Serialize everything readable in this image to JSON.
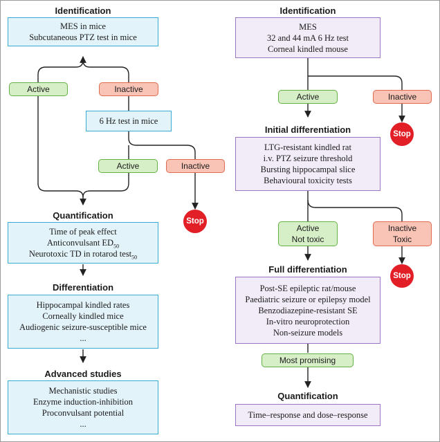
{
  "left": {
    "identification": {
      "heading": "Identification",
      "lines": [
        "MES in mice",
        "Subcutaneous PTZ test in mice"
      ]
    },
    "active_1": "Active",
    "inactive_1": "Inactive",
    "six_hz": "6 Hz test in mice",
    "active_2": "Active",
    "inactive_2": "Inactive",
    "stop": "Stop",
    "quantification": {
      "heading": "Quantification",
      "line1": "Time of peak effect",
      "line2_text": "Anticonvulsant ED",
      "line2_sub": "50",
      "line3_text": "Neurotoxic TD in rotarod test",
      "line3_sub": "50"
    },
    "differentiation": {
      "heading": "Differentiation",
      "lines": [
        "Hippocampal kindled rates",
        "Corneally kindled mice",
        "Audiogenic seizure-susceptible mice",
        "..."
      ]
    },
    "advanced": {
      "heading": "Advanced studies",
      "lines": [
        "Mechanistic studies",
        "Enzyme induction-inhibition",
        "Proconvulsant potential",
        "..."
      ]
    }
  },
  "right": {
    "identification": {
      "heading": "Identification",
      "lines": [
        "MES",
        "32 and 44 mA 6 Hz test",
        "Corneal kindled mouse"
      ]
    },
    "active_1": "Active",
    "inactive_1": "Inactive",
    "stop_1": "Stop",
    "initial": {
      "heading": "Initial differentiation",
      "lines": [
        "LTG-resistant kindled rat",
        "i.v. PTZ seizure threshold",
        "Bursting hippocampal slice",
        "Behavioural toxicity tests"
      ]
    },
    "active_2": [
      "Active",
      "Not toxic"
    ],
    "inactive_2": [
      "Inactive",
      "Toxic"
    ],
    "stop_2": "Stop",
    "full": {
      "heading": "Full differentiation",
      "lines": [
        "Post-SE epileptic rat/mouse",
        "Paediatric seizure or epilepsy model",
        "Benzodiazepine-resistant SE",
        "In-vitro neuroprotection",
        "Non-seizure models"
      ]
    },
    "most_promising": "Most promising",
    "quantification": {
      "heading": "Quantification",
      "lines": [
        "Time–response and dose–response"
      ]
    }
  },
  "colors": {
    "blue_fill": "#e3f3fa",
    "blue_border": "#38aad4",
    "purple_fill": "#f1ecf8",
    "purple_border": "#9a75c4",
    "green_fill": "#d6efc7",
    "green_border": "#63b045",
    "red_fill": "#f9c3b6",
    "red_border": "#e06a4f",
    "stop": "#e21f26"
  }
}
